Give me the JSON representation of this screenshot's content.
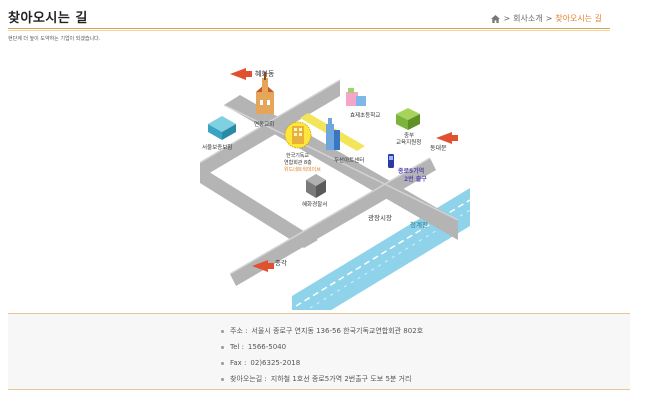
{
  "page": {
    "title": "찾아오시는 길",
    "intro": "현단계 더 높이 도약하는 기업이 되겠습니다."
  },
  "breadcrumb": {
    "items": [
      "회사소개",
      "찾아오시는 길"
    ],
    "separator": ">"
  },
  "map": {
    "labels": {
      "hyehwa_dong": "혜화동",
      "yeondong_church": "연동교회",
      "hyoje_school": "효제초등학교",
      "jungbu_office": "중부",
      "jungbu_office_2": "교육지원청",
      "seoul_bogeum": "서울보증보험",
      "hq_line1": "한국기독교",
      "hq_line2": "연합회관 8층",
      "hq_line3": "위드네트웍데이브",
      "doosan": "두산아트센터",
      "jongno5_line1": "종로5가역",
      "jongno5_line2": "2번 출구",
      "dongdaemun": "동대문",
      "hyehwa_police": "혜화경찰서",
      "gwangjang": "광장시장",
      "cheonggyecheon": "청계천",
      "jonggak": "종각"
    }
  },
  "info": {
    "address_label": "주소 :",
    "address": "서울시 종로구 연지동 136-56 한국기독교연합회관 802호",
    "tel_label": "Tel  :",
    "tel": "1566-5040",
    "fax_label": "Fax  :",
    "fax": "02)6325-2018",
    "route_label": "찾아오는길 :",
    "route": "지하철 1호선 종로5가역 2번출구 도보 5분 거리"
  },
  "colors": {
    "accent": "#e0822f",
    "rule": "#d7a24e",
    "road": "#b4b4b4",
    "river": "#8fd3ea",
    "station": "#5a4bb0",
    "arrow": "#e0522f"
  }
}
